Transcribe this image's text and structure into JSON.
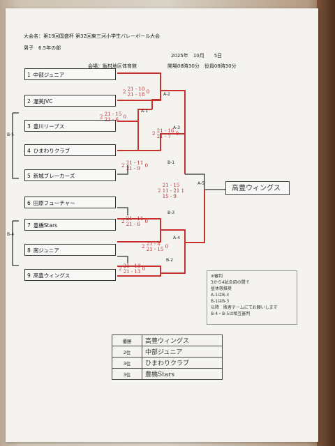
{
  "header": {
    "tournament_line": "大会名：第19回国盛杯 第32回東三河小学生バレーボール大会",
    "category": "男子　6.5年の部",
    "date": "2025年　10月　　5日",
    "venue": "会場：飯村地区体育館",
    "times": "開場08時30分　役員08時30分"
  },
  "teams": [
    {
      "num": "1",
      "name": "中部ジュニア"
    },
    {
      "num": "2",
      "name": "渥美JVC"
    },
    {
      "num": "3",
      "name": "豊川リーブス"
    },
    {
      "num": "4",
      "name": "ひまわりクラブ"
    },
    {
      "num": "5",
      "name": "新城ブレーカーズ"
    },
    {
      "num": "6",
      "name": "田原フューチャー"
    },
    {
      "num": "7",
      "name": "豊橋Stars"
    },
    {
      "num": "8",
      "name": "南ジュニア"
    },
    {
      "num": "9",
      "name": "高豊ウィングス"
    }
  ],
  "match_labels": {
    "a1": "A-1",
    "a2": "A-2",
    "a3": "A-3",
    "a4": "A-4",
    "a5": "A-5",
    "b1": "B-1",
    "b2": "B-2",
    "b3": "B-3",
    "b4": "B-4",
    "b5": "B-5"
  },
  "scores": {
    "a1": {
      "left": "2",
      "sets": [
        "21 - 15",
        "21 - 6"
      ],
      "right": "0"
    },
    "a2": {
      "left": "2",
      "sets": [
        "21 - 10",
        "21 - 18"
      ],
      "right": "0"
    },
    "b1": {
      "left": "2",
      "sets": [
        "21 - 11",
        "21 - 9"
      ],
      "right": "0"
    },
    "a3": {
      "left": "2",
      "sets": [
        "21 - 16",
        "21 - 7"
      ],
      "right": "0"
    },
    "b3": {
      "left": "2",
      "sets": [
        "21 - 11",
        "21 - 6"
      ],
      "right": "0"
    },
    "b2": {
      "left": "2",
      "sets": [
        "21 - 13",
        "21 - 13"
      ],
      "right": "0"
    },
    "a4": {
      "left": "2",
      "sets": [
        "21 - 8",
        "21 - 15"
      ],
      "right": "0"
    },
    "a5": {
      "left": "2",
      "sets": [
        "21 - 15",
        "11 - 21",
        "15 - 9"
      ],
      "right": "1"
    }
  },
  "winner": "高豊ウィングス",
  "notes": {
    "title": "※審判",
    "lines": [
      "3から4試合目の間で",
      "昼休憩推奨",
      "A-1はB-3",
      "B-1はB-3",
      "以降　敗者チームにてお願いします",
      "B-4・B-5は相互審判"
    ]
  },
  "ranking": [
    {
      "place": "優勝",
      "team": "高豊ウィングス"
    },
    {
      "place": "2位",
      "team": "中部ジュニア"
    },
    {
      "place": "3位",
      "team": "ひまわりクラブ"
    },
    {
      "place": "3位",
      "team": "豊橋Stars"
    }
  ],
  "colors": {
    "bracket_black": "#333333",
    "bracket_red": "#c8322e",
    "handwriting": "#b02a2a"
  }
}
